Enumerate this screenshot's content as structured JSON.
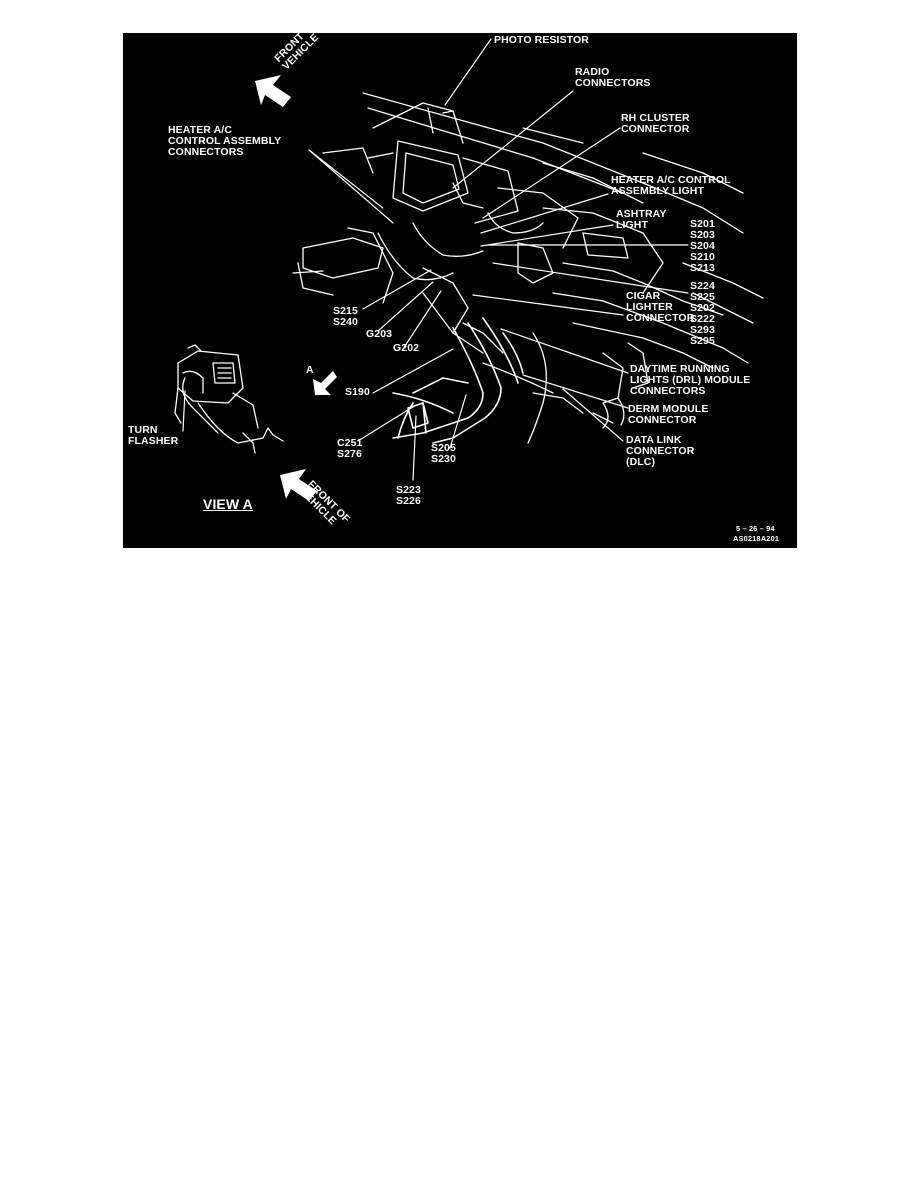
{
  "colors": {
    "background": "#000000",
    "ink": "#ffffff",
    "page": "#ffffff"
  },
  "labels": {
    "photo_resistor": "PHOTO RESISTOR",
    "radio_connectors": "RADIO\nCONNECTORS",
    "rh_cluster_connector": "RH CLUSTER\nCONNECTOR",
    "heater_ac_control_assembly_light": "HEATER A/C CONTROL\nASSEMBLY LIGHT",
    "ashtray_light": "ASHTRAY\nLIGHT",
    "splice_group_1": "S201\nS203\nS204\nS210\nS213",
    "splice_group_2": "S224\nS225\nS202\nS222\nS293\nS295",
    "heater_ac_control_assembly_connectors": "HEATER A/C\nCONTROL ASSEMBLY\nCONNECTORS",
    "cigar_lighter_connector": "CIGAR\nLIGHTER\nCONNECTOR",
    "s215_s240": "S215\nS240",
    "g203": "G203",
    "g202": "G202",
    "daytime_running_lights_module_connectors": "DAYTIME RUNNING\nLIGHTS (DRL) MODULE\nCONNECTORS",
    "derm_module_connector": "DERM MODULE\nCONNECTOR",
    "data_link_connector": "DATA LINK\nCONNECTOR\n(DLC)",
    "s190": "S190",
    "c251_s276": "C251\nS276",
    "s205_s230": "S205\nS230",
    "s223_s226": "S223\nS226",
    "turn_flasher": "TURN\nFLASHER",
    "view_a": "VIEW A",
    "view_a_marker": "A",
    "front_of_vehicle_top": "FRONT OF\nVEHICLE",
    "front_of_vehicle_bottom": "FRONT OF\nVEHICLE",
    "date_stamp": "5 – 26 – 94",
    "figure_id": "AS0218A201"
  }
}
